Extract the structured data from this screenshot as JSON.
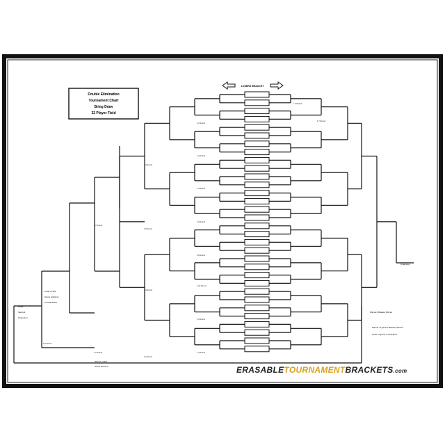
{
  "title_box": {
    "lines": [
      "Double Elimination",
      "Tournament Chart",
      "Bring Draw",
      "32 Player Field"
    ]
  },
  "seeding_header": "LOSERS BRACKET",
  "round_labels": [
    "1-1 Round",
    "1-2 Round",
    "1-3 Round",
    "1-4 Round",
    "1-5 Round",
    "1-6 Round",
    "1-7 Round",
    "1-8 Round",
    "1-9 Round",
    "1-10 Round"
  ],
  "loser_notes": [
    "Loser of this",
    "Game Advance",
    "to Final Place"
  ],
  "final_notes": [
    "Loser",
    "Second",
    "Champion"
  ],
  "place_note": [
    "Winner of this",
    "Game Goes to"
  ],
  "winners_label": "Winners Bracket Winner",
  "champion_label": "Champion",
  "side_notes": [
    "Winner of game 1 Bracket Winner",
    "Loser of game 1 Champion"
  ],
  "brand": {
    "part1": "ERASABLE",
    "part2": "TOURNAMENT",
    "part3": "BRACKETS",
    "suffix": ".com",
    "color_dark": "#222222",
    "color_gold": "#d9a21a"
  }
}
